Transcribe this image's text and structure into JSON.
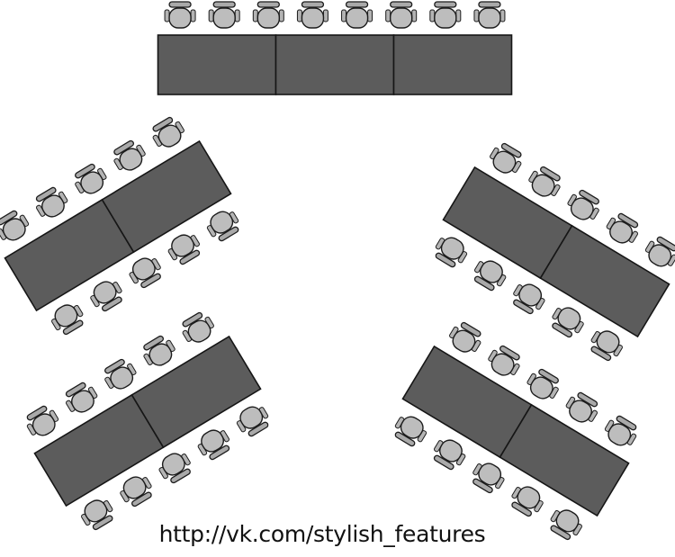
{
  "caption": {
    "url_text": "http://vk.com/stylish_features"
  },
  "diagram": {
    "subject": "classroom seating arrangement",
    "colors": {
      "background": "#ffffff",
      "table_fill": "#5c5c5c",
      "chair_fill": "#bdbdbd",
      "outline": "#161616"
    },
    "groups": [
      {
        "id": "top-row",
        "tables": 3,
        "chairs_front": 8,
        "chairs_back": 0
      },
      {
        "id": "left-upper",
        "tables": 2,
        "chairs_front": 5,
        "chairs_back": 5
      },
      {
        "id": "left-lower",
        "tables": 2,
        "chairs_front": 5,
        "chairs_back": 5
      },
      {
        "id": "right-upper",
        "tables": 2,
        "chairs_front": 5,
        "chairs_back": 5
      },
      {
        "id": "right-lower",
        "tables": 2,
        "chairs_front": 5,
        "chairs_back": 5
      }
    ]
  }
}
